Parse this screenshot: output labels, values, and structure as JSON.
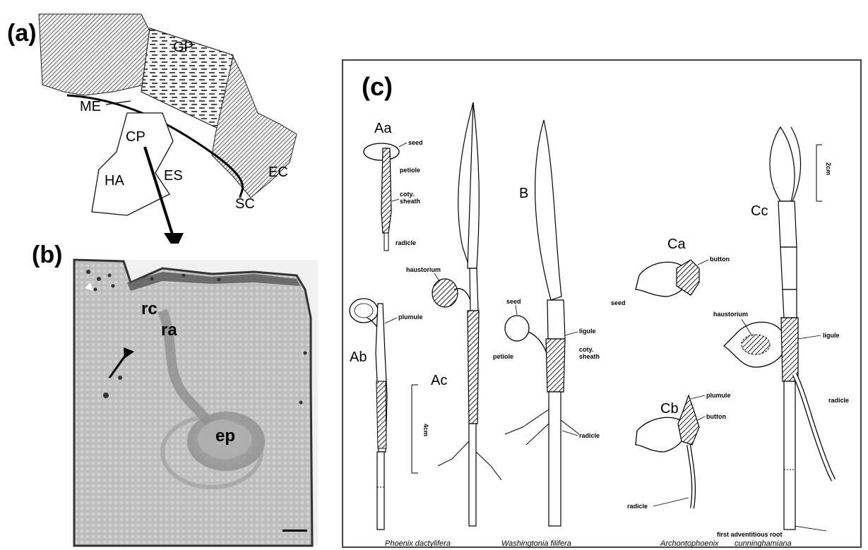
{
  "panel_a": {
    "letter": "(a)",
    "labels": {
      "gp": "GP",
      "me": "ME",
      "cp": "CP",
      "es": "ES",
      "ha": "HA",
      "ec": "EC",
      "sc": "SC"
    }
  },
  "panel_b": {
    "letter": "(b)",
    "labels": {
      "rc": "rc",
      "ra": "ra",
      "ep": "ep"
    }
  },
  "panel_c": {
    "letter": "(c)",
    "seedling_labels": {
      "aa": "Aa",
      "ab": "Ab",
      "ac": "Ac",
      "b": "B",
      "ca": "Ca",
      "cb": "Cb",
      "cc": "Cc"
    },
    "annotations": {
      "aa_seed": "seed",
      "aa_petiole": "petiole",
      "aa_coty": "coty.",
      "aa_sheath": "sheath",
      "aa_radicle": "radicle",
      "ab_plumule": "plumule",
      "ac_haustorium": "haustorium",
      "b_seed": "seed",
      "b_ligule": "ligule",
      "b_petiole": "petiole",
      "b_coty": "coty.",
      "b_sheath": "sheath",
      "b_radicle": "radicle",
      "ca_button": "button",
      "ca_seed": "seed",
      "cb_plumule": "plumule",
      "cb_button": "button",
      "cb_radicle": "radicle",
      "cc_haustorium": "haustorium",
      "cc_ligule": "ligule",
      "cc_radicle": "radicle",
      "cc_root": "first adventitious root"
    },
    "scale_labels": {
      "scale_4cm": "4cm",
      "scale_2cm": "2cm"
    },
    "species": {
      "phoenix": "Phoenix dactylifera",
      "washingtonia": "Washingtonia filifera",
      "archonto1": "Archontophoenix",
      "archonto2": "cunninghamiana"
    }
  }
}
